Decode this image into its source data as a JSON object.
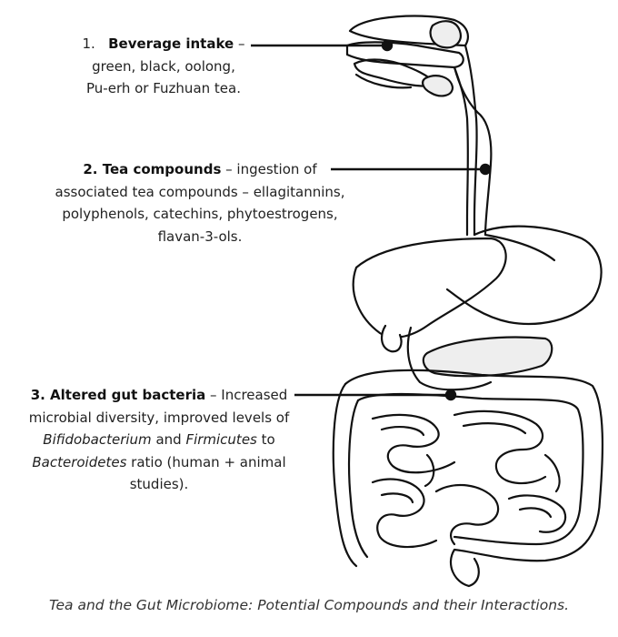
{
  "annotations": [
    {
      "num": "1.",
      "title": "Beverage intake",
      "dash": " – ",
      "text": "green, black, oolong, Pu-erh or Fuzhuan tea."
    },
    {
      "title": "2. Tea compounds",
      "dash": " – ",
      "text": "ingestion of associated tea compounds – ellagitannins, polyphenols, catechins, phytoestrogens, flavan-3-ols."
    },
    {
      "title": "3. Altered gut bacteria",
      "dash": " – ",
      "t1": "Increased microbial diversity, improved levels of ",
      "i1": "Bifidobacterium",
      "t2": " and ",
      "i2": "Firmicutes",
      "t3": " to ",
      "i3": "Bacteroidetes",
      "t4": " ratio (human + animal studies)."
    }
  ],
  "caption": "Tea and the Gut Microbiome: Potential Compounds and their Interactions.",
  "colors": {
    "outline": "#111111",
    "text": "#222222"
  }
}
